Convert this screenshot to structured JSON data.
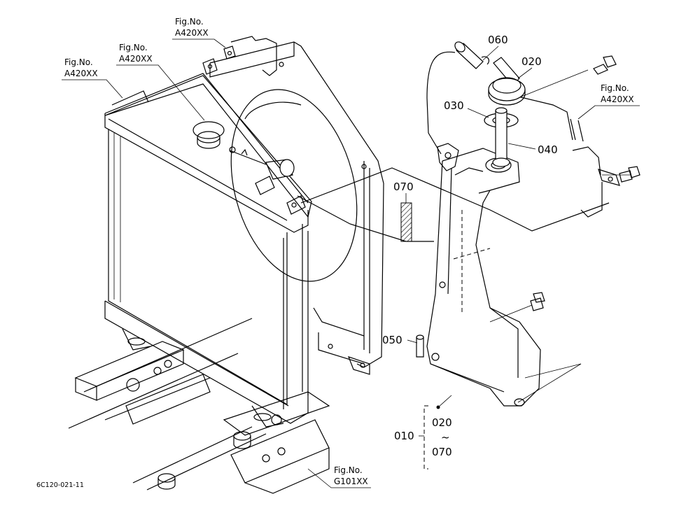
{
  "fig_refs": [
    {
      "label": "Fig.No.",
      "code": "A420XX"
    },
    {
      "label": "Fig.No.",
      "code": "A420XX"
    },
    {
      "label": "Fig.No.",
      "code": "A420XX"
    },
    {
      "label": "Fig.No.",
      "code": "A420XX"
    },
    {
      "label": "Fig.No.",
      "code": "G101XX"
    }
  ],
  "parts": {
    "p010": "010",
    "p020": "020",
    "p030": "030",
    "p040": "040",
    "p050": "050",
    "p060": "060",
    "p070": "070",
    "range_from": "020",
    "range_sep": "~",
    "range_to": "070"
  },
  "drawing_code": "6C120-021-11"
}
